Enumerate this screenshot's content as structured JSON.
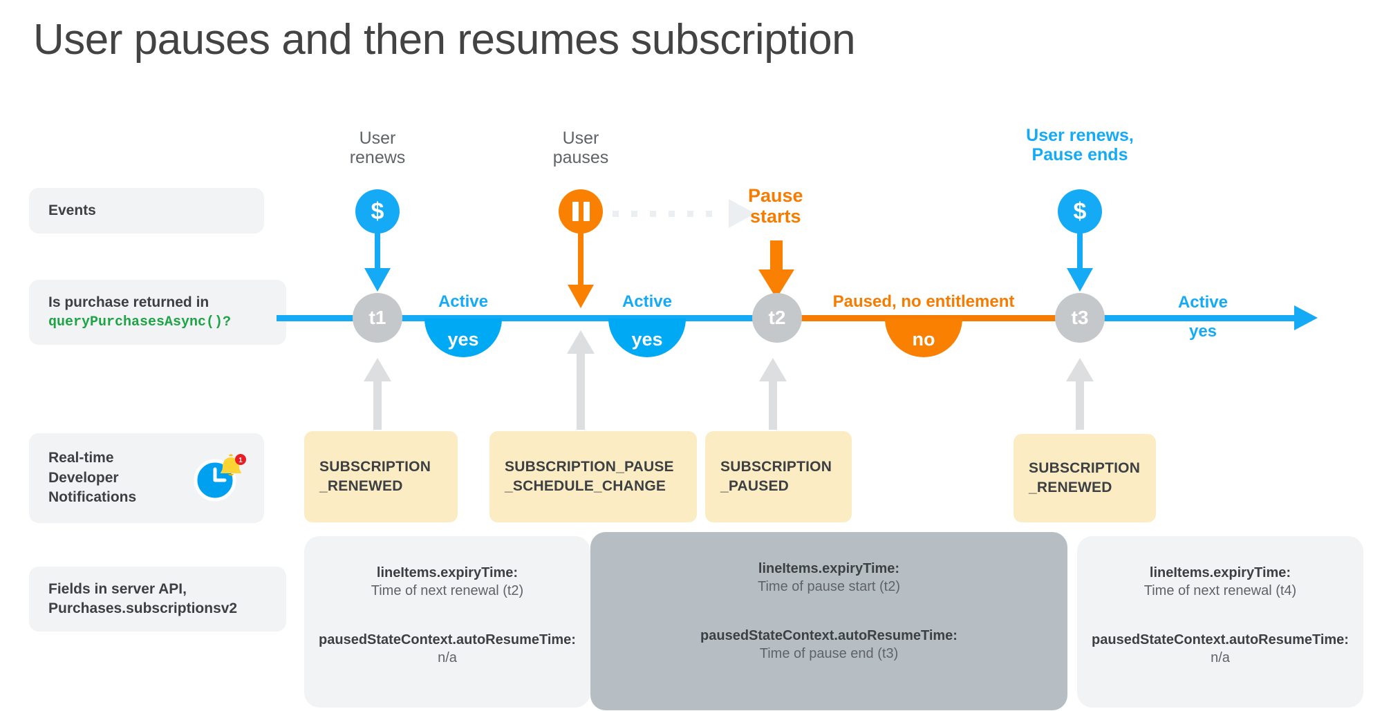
{
  "title": "User pauses and then resumes subscription",
  "row_labels": {
    "events": "Events",
    "query_line1": "Is purchase returned in",
    "query_code": "queryPurchasesAsync()?",
    "rtdn": "Real-time\nDeveloper\nNotifications",
    "rtdn_line1": "Real-time",
    "rtdn_line2": "Developer",
    "rtdn_line3": "Notifications",
    "fields_line1": "Fields in server API,",
    "fields_line2": "Purchases.subscriptionsv2"
  },
  "events": [
    {
      "id": "user-renews-1",
      "title_line1": "User",
      "title_line2": "renews",
      "glyph": "$",
      "icon": "dollar-icon",
      "color": "#14aaf5",
      "emphasis": false
    },
    {
      "id": "user-pauses",
      "title_line1": "User",
      "title_line2": "pauses",
      "glyph": "II",
      "icon": "pause-icon",
      "color": "#f98000",
      "emphasis": false
    },
    {
      "id": "pause-starts",
      "title_line1": "Pause",
      "title_line2": "starts",
      "glyph": "",
      "icon": "down-arrow-icon",
      "color": "#f57c00",
      "emphasis": true
    },
    {
      "id": "user-renews-2",
      "title_line1": "User renews,",
      "title_line2": "Pause ends",
      "glyph": "$",
      "icon": "dollar-icon",
      "color": "#14aaf5",
      "emphasis": true
    }
  ],
  "timeline": {
    "nodes": [
      "t1",
      "t2",
      "t3"
    ],
    "segments": [
      {
        "caption": "Active",
        "value": "yes",
        "color": "#00a9f4",
        "caption_color": "#14aaf5"
      },
      {
        "caption": "Active",
        "value": "yes",
        "color": "#00a9f4",
        "caption_color": "#14aaf5"
      },
      {
        "caption": "Paused, no entitlement",
        "value": "no",
        "color": "#f98000",
        "caption_color": "#f57c00"
      },
      {
        "caption": "Active",
        "value": "yes",
        "color": "#14aaf5",
        "caption_color": "#14aaf5"
      }
    ]
  },
  "notifications": [
    {
      "line1": "SUBSCRIPTION",
      "line2": "_RENEWED"
    },
    {
      "line1": "SUBSCRIPTION_PAUSE",
      "line2": "_SCHEDULE_CHANGE"
    },
    {
      "line1": "SUBSCRIPTION",
      "line2": "_PAUSED"
    },
    {
      "line1": "SUBSCRIPTION",
      "line2": "_RENEWED"
    }
  ],
  "field_panels": [
    {
      "theme": "light",
      "key1": "lineItems.expiryTime:",
      "val1": "Time of next renewal (t2)",
      "key2": "pausedStateContext.autoResumeTime:",
      "val2": "n/a"
    },
    {
      "theme": "dark",
      "key1": "lineItems.expiryTime:",
      "val1": "Time of pause start (t2)",
      "key2": "pausedStateContext.autoResumeTime:",
      "val2": "Time of pause end (t3)"
    },
    {
      "theme": "light",
      "key1": "lineItems.expiryTime:",
      "val1": "Time of next renewal (t4)",
      "key2": "pausedStateContext.autoResumeTime:",
      "val2": "n/a"
    }
  ],
  "colors": {
    "blue": "#14aaf5",
    "orange": "#f98000",
    "orange_text": "#f57c00",
    "gray_node": "#c5c8ca",
    "yellow_box": "#fcecc4",
    "panel_light": "#f1f3f4",
    "panel_dark": "#b7bec3",
    "green_code": "#1ea446"
  },
  "icon_badge_count": "1"
}
